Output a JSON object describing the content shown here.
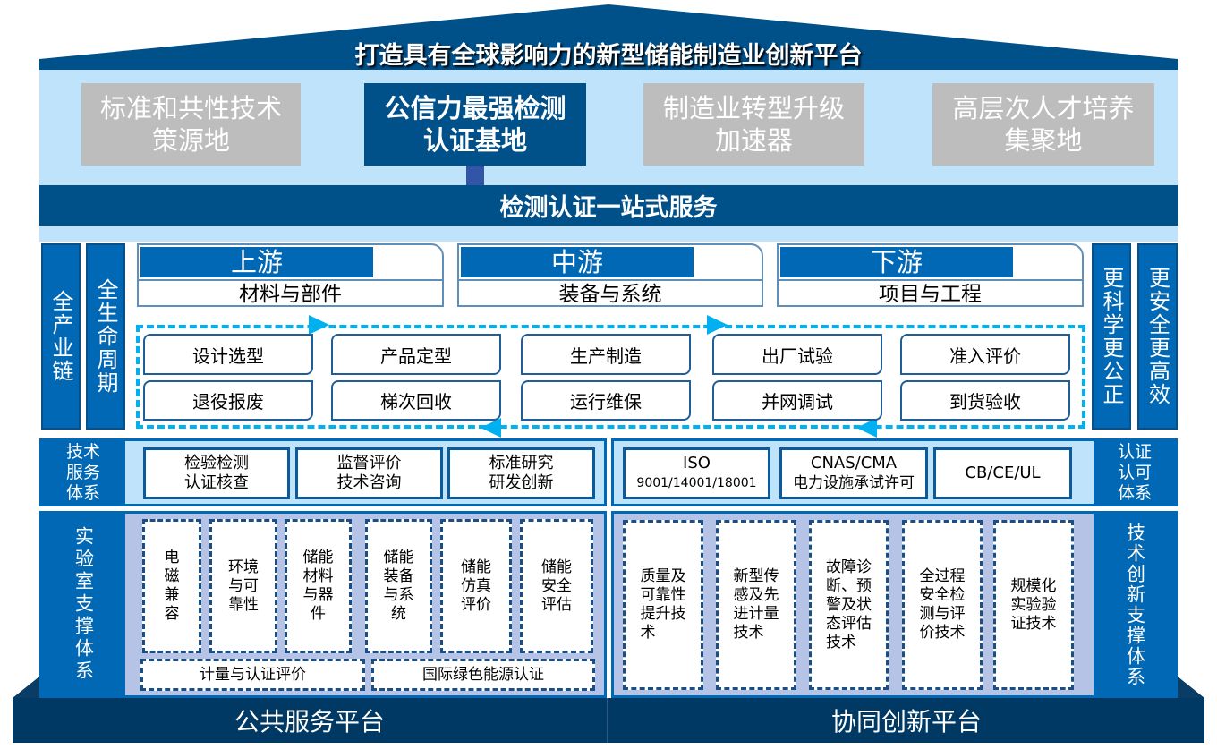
{
  "title": "打造具有全球影响力的新型储能制造业创新平台",
  "pillars": [
    "标准和共性技术\n策源地",
    "公信力最强检测\n认证基地",
    "制造业转型升级\n加速器",
    "高层次人才培养\n集聚地"
  ],
  "service_band": "检测认证一站式服务",
  "left_cols": [
    "全产业链",
    "全生命周期"
  ],
  "right_cols": [
    "更科学更公正",
    "更安全更高效"
  ],
  "streams": [
    {
      "head": "上游",
      "sub": "材料与部件"
    },
    {
      "head": "中游",
      "sub": "装备与系统"
    },
    {
      "head": "下游",
      "sub": "项目与工程"
    }
  ],
  "process_row1": [
    "设计选型",
    "产品定型",
    "生产制造",
    "出厂试验",
    "准入评价"
  ],
  "process_row2": [
    "退役报废",
    "梯次回收",
    "运行维保",
    "并网调试",
    "到货验收"
  ],
  "tech_service": {
    "label": "技术\n服务\n体系",
    "items": [
      "检验检测\n认证核查",
      "监督评价\n技术咨询",
      "标准研究\n研发创新"
    ]
  },
  "certification": {
    "label": "认证\n认可\n体系",
    "items": [
      {
        "l1": "ISO",
        "l2": "9001/14001/18001"
      },
      {
        "l1": "CNAS/CMA",
        "l2": "电力设施承试许可"
      },
      {
        "l1": "CB/CE/UL",
        "l2": ""
      }
    ]
  },
  "lab": {
    "label": "实验室支撑体系",
    "items": [
      "电\n磁\n兼\n容",
      "环境\n与可\n靠性",
      "储能\n材料\n与器\n件",
      "储能\n装备\n与系\n统",
      "储能\n仿真\n评价",
      "储能\n安全\n评估"
    ],
    "bottom": [
      "计量与认证评价",
      "国际绿色能源认证"
    ]
  },
  "tech_innov": {
    "label": "技术创新支撑体系",
    "items": [
      "质量及\n可靠性\n提升技\n术",
      "新型传\n感及先\n进计量\n技术",
      "故障诊\n断、预\n警及状\n态评估\n技术",
      "全过程\n安全检\n测与评\n价技术",
      "规模化\n实验验\n证技术"
    ]
  },
  "base": [
    "公共服务平台",
    "协同创新平台"
  ],
  "colors": {
    "navy": "#00508a",
    "blue": "#0068b4",
    "light": "#bfe3fb",
    "cyan": "#00b0f0",
    "lavender": "#b4c3e6",
    "base": "#003a64"
  }
}
